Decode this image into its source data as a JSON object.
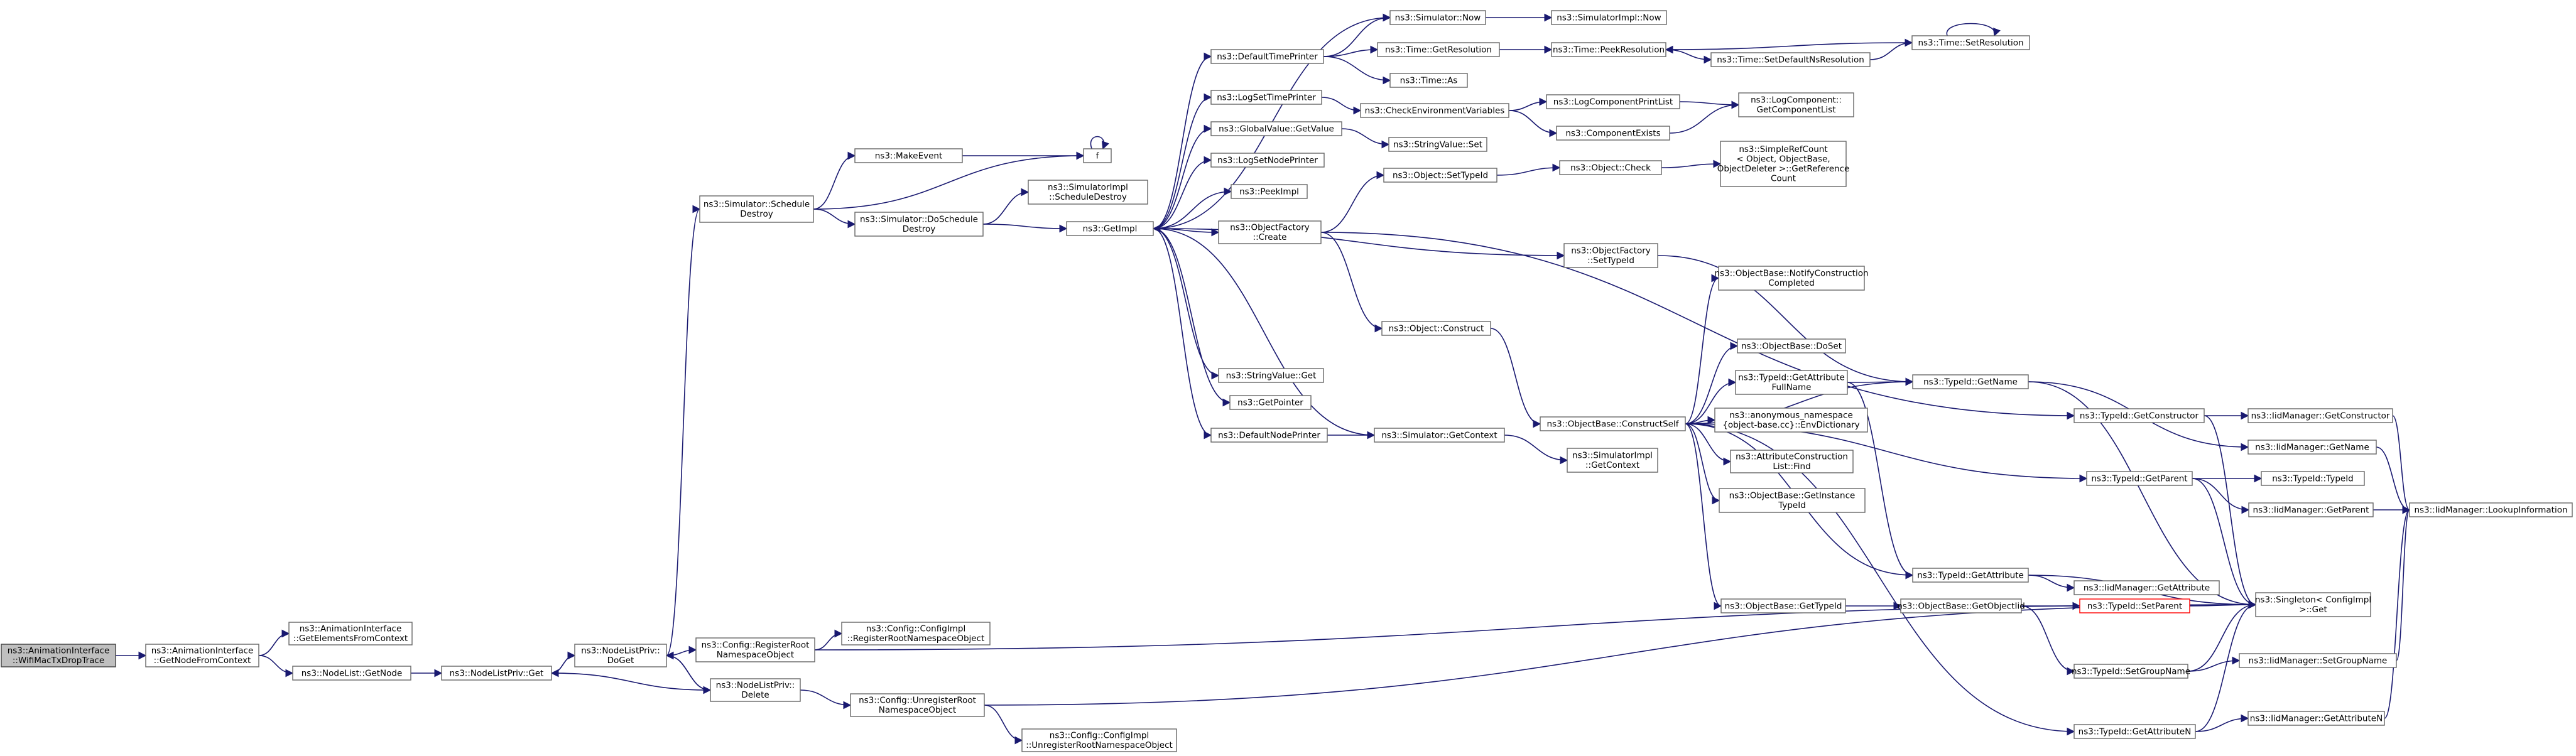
{
  "diagram": {
    "nodes": [
      {
        "id": "root",
        "lines": [
          "ns3::AnimationInterface",
          "::WifiMacTxDropTrace"
        ],
        "style": "root"
      },
      {
        "id": "getNodeFromContext",
        "lines": [
          "ns3::AnimationInterface",
          "::GetNodeFromContext"
        ]
      },
      {
        "id": "getElementsFromContext",
        "lines": [
          "ns3::AnimationInterface",
          "::GetElementsFromContext"
        ]
      },
      {
        "id": "nodeListGetNode",
        "lines": [
          "ns3::NodeList::GetNode"
        ]
      },
      {
        "id": "nodeListPrivGet",
        "lines": [
          "ns3::NodeListPriv::Get"
        ]
      },
      {
        "id": "nodeListPrivDoGet",
        "lines": [
          "ns3::NodeListPriv::",
          "DoGet"
        ]
      },
      {
        "id": "nodeListPrivDelete",
        "lines": [
          "ns3::NodeListPriv::",
          "Delete"
        ]
      },
      {
        "id": "registerRootNs",
        "lines": [
          "ns3::Config::RegisterRoot",
          "NamespaceObject"
        ]
      },
      {
        "id": "implRegisterRootNs",
        "lines": [
          "ns3::Config::ConfigImpl",
          "::RegisterRootNamespaceObject"
        ]
      },
      {
        "id": "unregisterRootNs",
        "lines": [
          "ns3::Config::UnregisterRoot",
          "NamespaceObject"
        ]
      },
      {
        "id": "implUnregisterRootNs",
        "lines": [
          "ns3::Config::ConfigImpl",
          "::UnregisterRootNamespaceObject"
        ]
      },
      {
        "id": "scheduleDestroy",
        "lines": [
          "ns3::Simulator::Schedule",
          "Destroy"
        ]
      },
      {
        "id": "makeEvent",
        "lines": [
          "ns3::MakeEvent"
        ]
      },
      {
        "id": "f",
        "lines": [
          "f"
        ]
      },
      {
        "id": "doScheduleDestroy",
        "lines": [
          "ns3::Simulator::DoSchedule",
          "Destroy"
        ]
      },
      {
        "id": "implScheduleDestroy",
        "lines": [
          "ns3::SimulatorImpl",
          "::ScheduleDestroy"
        ]
      },
      {
        "id": "getImpl",
        "lines": [
          "ns3::GetImpl"
        ]
      },
      {
        "id": "defaultTimePrinter",
        "lines": [
          "ns3::DefaultTimePrinter"
        ]
      },
      {
        "id": "simNow",
        "lines": [
          "ns3::Simulator::Now"
        ]
      },
      {
        "id": "simImplNow",
        "lines": [
          "ns3::SimulatorImpl::Now"
        ]
      },
      {
        "id": "timeGetResolution",
        "lines": [
          "ns3::Time::GetResolution"
        ]
      },
      {
        "id": "timePeekResolution",
        "lines": [
          "ns3::Time::PeekResolution"
        ]
      },
      {
        "id": "timeSetResolution",
        "lines": [
          "ns3::Time::SetResolution"
        ]
      },
      {
        "id": "timeSetDefaultNs",
        "lines": [
          "ns3::Time::SetDefaultNsResolution"
        ]
      },
      {
        "id": "timeAs",
        "lines": [
          "ns3::Time::As"
        ]
      },
      {
        "id": "logSetTimePrinter",
        "lines": [
          "ns3::LogSetTimePrinter"
        ]
      },
      {
        "id": "checkEnvVars",
        "lines": [
          "ns3::CheckEnvironmentVariables"
        ]
      },
      {
        "id": "logComponentPrintList",
        "lines": [
          "ns3::LogComponentPrintList"
        ]
      },
      {
        "id": "componentExists",
        "lines": [
          "ns3::ComponentExists"
        ]
      },
      {
        "id": "logComponentGetList",
        "lines": [
          "ns3::LogComponent::",
          "GetComponentList"
        ]
      },
      {
        "id": "globalValueGetValue",
        "lines": [
          "ns3::GlobalValue::GetValue"
        ]
      },
      {
        "id": "stringValueSet",
        "lines": [
          "ns3::StringValue::Set"
        ]
      },
      {
        "id": "logSetNodePrinter",
        "lines": [
          "ns3::LogSetNodePrinter"
        ]
      },
      {
        "id": "peekImpl",
        "lines": [
          "ns3::PeekImpl"
        ]
      },
      {
        "id": "objectFactoryCreate",
        "lines": [
          "ns3::ObjectFactory",
          "::Create"
        ]
      },
      {
        "id": "objectSetTypeId",
        "lines": [
          "ns3::Object::SetTypeId"
        ]
      },
      {
        "id": "objectCheck",
        "lines": [
          "ns3::Object::Check"
        ]
      },
      {
        "id": "simpleRefCount",
        "lines": [
          "ns3::SimpleRefCount",
          "< Object, ObjectBase,",
          "ObjectDeleter >::GetReference",
          "Count"
        ]
      },
      {
        "id": "objectFactorySetTypeId",
        "lines": [
          "ns3::ObjectFactory",
          "::SetTypeId"
        ]
      },
      {
        "id": "objectConstruct",
        "lines": [
          "ns3::Object::Construct"
        ]
      },
      {
        "id": "stringValueGet",
        "lines": [
          "ns3::StringValue::Get"
        ]
      },
      {
        "id": "getPointer",
        "lines": [
          "ns3::GetPointer"
        ]
      },
      {
        "id": "defaultNodePrinter",
        "lines": [
          "ns3::DefaultNodePrinter"
        ]
      },
      {
        "id": "simGetContext",
        "lines": [
          "ns3::Simulator::GetContext"
        ]
      },
      {
        "id": "simImplGetContext",
        "lines": [
          "ns3::SimulatorImpl",
          "::GetContext"
        ]
      },
      {
        "id": "constructSelf",
        "lines": [
          "ns3::ObjectBase::ConstructSelf"
        ]
      },
      {
        "id": "notifyConstructionCompleted",
        "lines": [
          "ns3::ObjectBase::NotifyConstruction",
          "Completed"
        ]
      },
      {
        "id": "objectBaseDoSet",
        "lines": [
          "ns3::ObjectBase::DoSet"
        ]
      },
      {
        "id": "typeIdGetAttributeFullName",
        "lines": [
          "ns3::TypeId::GetAttribute",
          "FullName"
        ]
      },
      {
        "id": "envDictionary",
        "lines": [
          "ns3::anonymous_namespace",
          "{object-base.cc}::EnvDictionary"
        ]
      },
      {
        "id": "attributeConstructionListFind",
        "lines": [
          "ns3::AttributeConstruction",
          "List::Find"
        ]
      },
      {
        "id": "getInstanceTypeId",
        "lines": [
          "ns3::ObjectBase::GetInstance",
          "TypeId"
        ]
      },
      {
        "id": "objectBaseGetTypeId",
        "lines": [
          "ns3::ObjectBase::GetTypeId"
        ]
      },
      {
        "id": "getObjectIid",
        "lines": [
          "ns3::ObjectBase::GetObjectIid"
        ]
      },
      {
        "id": "typeIdGetName",
        "lines": [
          "ns3::TypeId::GetName"
        ]
      },
      {
        "id": "typeIdGetConstructor",
        "lines": [
          "ns3::TypeId::GetConstructor"
        ]
      },
      {
        "id": "iidGetConstructor",
        "lines": [
          "ns3::IidManager::GetConstructor"
        ]
      },
      {
        "id": "iidGetName",
        "lines": [
          "ns3::IidManager::GetName"
        ]
      },
      {
        "id": "typeIdGetParent",
        "lines": [
          "ns3::TypeId::GetParent"
        ]
      },
      {
        "id": "typeIdTypeId",
        "lines": [
          "ns3::TypeId::TypeId"
        ]
      },
      {
        "id": "iidGetParent",
        "lines": [
          "ns3::IidManager::GetParent"
        ]
      },
      {
        "id": "iidLookupInformation",
        "lines": [
          "ns3::IidManager::LookupInformation"
        ]
      },
      {
        "id": "typeIdGetAttribute",
        "lines": [
          "ns3::TypeId::GetAttribute"
        ]
      },
      {
        "id": "iidGetAttribute",
        "lines": [
          "ns3::IidManager::GetAttribute"
        ]
      },
      {
        "id": "typeIdSetParent",
        "lines": [
          "ns3::TypeId::SetParent"
        ],
        "style": "red"
      },
      {
        "id": "singletonGet",
        "lines": [
          "ns3::Singleton< ConfigImpl",
          " >::Get"
        ]
      },
      {
        "id": "typeIdSetGroupName",
        "lines": [
          "ns3::TypeId::SetGroupName"
        ]
      },
      {
        "id": "iidSetGroupName",
        "lines": [
          "ns3::IidManager::SetGroupName"
        ]
      },
      {
        "id": "typeIdGetAttributeN",
        "lines": [
          "ns3::TypeId::GetAttributeN"
        ]
      },
      {
        "id": "iidGetAttributeN",
        "lines": [
          "ns3::IidManager::GetAttributeN"
        ]
      }
    ]
  }
}
